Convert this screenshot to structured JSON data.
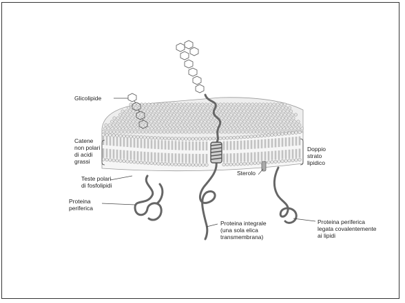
{
  "labels": {
    "glicolipide": "Glicolipide",
    "catene": "Catene\nnon polari\ndi acidi\ngrassi",
    "doppio_strato": "Doppio\nstrato\nlipidico",
    "teste_polari": "Teste polari\ndi fosfolipidi",
    "sterolo": "Sterolo",
    "proteina_periferica": "Proteina\nperiferica",
    "proteina_integrale": "Proteina integrale\n(una sola elica\ntransmembrana)",
    "proteina_periferica_lipidi": "Proteina periferica\nlegata covalentemente\nai lipidi"
  },
  "colors": {
    "head": "#e6e6e6",
    "head_stroke": "#8a8a8a",
    "tail": "#bcbcbc",
    "protein": "#9a9a9a",
    "line": "#444444"
  }
}
